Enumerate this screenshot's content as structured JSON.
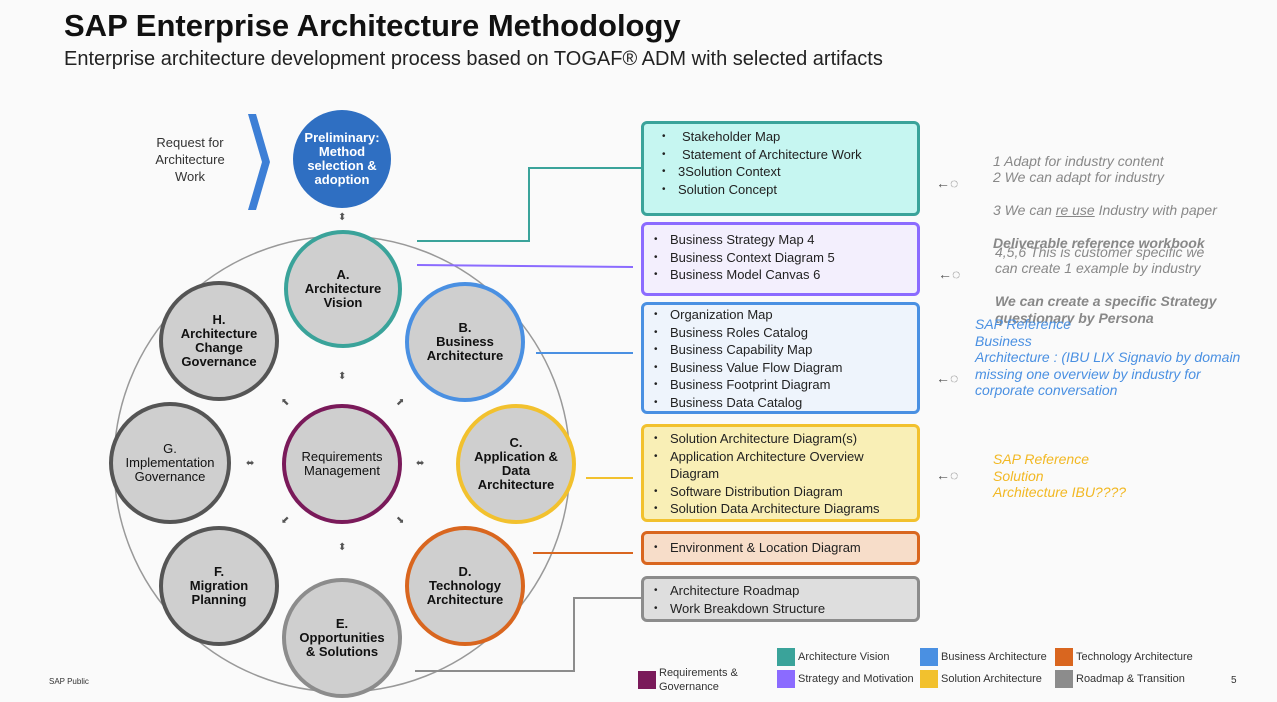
{
  "header": {
    "title": "SAP Enterprise Architecture Methodology",
    "subtitle": "Enterprise architecture development process based on TOGAF® ADM with selected artifacts"
  },
  "request_label": "Request for\nArchitecture\nWork",
  "phases": {
    "preliminary": "Preliminary:\nMethod\nselection &\nadoption",
    "a": "A.\nArchitecture\nVision",
    "b": "B.\nBusiness\nArchitecture",
    "c": "C.\nApplication &\nData\nArchitecture",
    "d": "D.\nTechnology\nArchitecture",
    "e": "E.\nOpportunities\n& Solutions",
    "f": "F.\nMigration\nPlanning",
    "g": "G.\nImplementation\nGovernance",
    "h": "H.\nArchitecture\nChange\nGovernance",
    "requirements": "Requirements\nManagement"
  },
  "boxes": {
    "vision": [
      "Stakeholder Map",
      "Statement of Architecture Work",
      "3Solution Context",
      "Solution Concept"
    ],
    "strategy": [
      "Business Strategy Map 4",
      "Business Context Diagram 5",
      "Business Model Canvas 6"
    ],
    "business": [
      "Organization Map",
      "Business Roles Catalog",
      "Business Capability Map",
      "Business Value Flow Diagram",
      "Business Footprint Diagram",
      "Business Data Catalog"
    ],
    "solution": [
      "Solution Architecture Diagram(s)",
      "Application Architecture Overview Diagram",
      "Software Distribution Diagram",
      "Solution Data Architecture Diagrams"
    ],
    "technology": [
      "Environment & Location Diagram"
    ],
    "roadmap": [
      "Architecture Roadmap",
      "Work Breakdown Structure"
    ]
  },
  "notes": {
    "n1_lines": "1 Adapt for industry content\n2 We can adapt for industry",
    "n1_line3a": "3 We can ",
    "n1_line3b": "re use",
    "n1_line3c": " Industry with paper",
    "n1_bold": "Deliverable reference  workbook",
    "n2_lines": "4,5,6 This is customer specific we\ncan create 1 example by industry",
    "n2_bold": "We can create a specific Strategy\nquestionary by Persona",
    "n3": "SAP Reference\nBusiness\nArchitecture : (IBU LIX Signavio by domain\nmissing one overview by industry for\ncorporate conversation",
    "n4": "SAP Reference\nSolution\nArchitecture  IBU????"
  },
  "feedback_icon": "←◌",
  "legend": [
    {
      "label": "Requirements &\nGovernance",
      "color": "#7a1a5a"
    },
    {
      "label": "Architecture Vision",
      "color": "#3aa39a"
    },
    {
      "label": "Strategy and Motivation",
      "color": "#8b6bff"
    },
    {
      "label": "Business Architecture",
      "color": "#4a90e2"
    },
    {
      "label": "Solution Architecture",
      "color": "#f2c12e"
    },
    {
      "label": "Technology Architecture",
      "color": "#d9661f"
    },
    {
      "label": "Roadmap & Transition",
      "color": "#8c8c8c"
    }
  ],
  "footer": {
    "classification": "SAP Public",
    "page_number": "5"
  },
  "colors": {
    "teal": "#3aa39a",
    "purple": "#8b6bff",
    "blue": "#4a90e2",
    "yellow": "#f2c12e",
    "orange": "#d9661f",
    "grey": "#8c8c8c",
    "maroon": "#7a1a5a",
    "preliminary": "#2f6fc2"
  }
}
